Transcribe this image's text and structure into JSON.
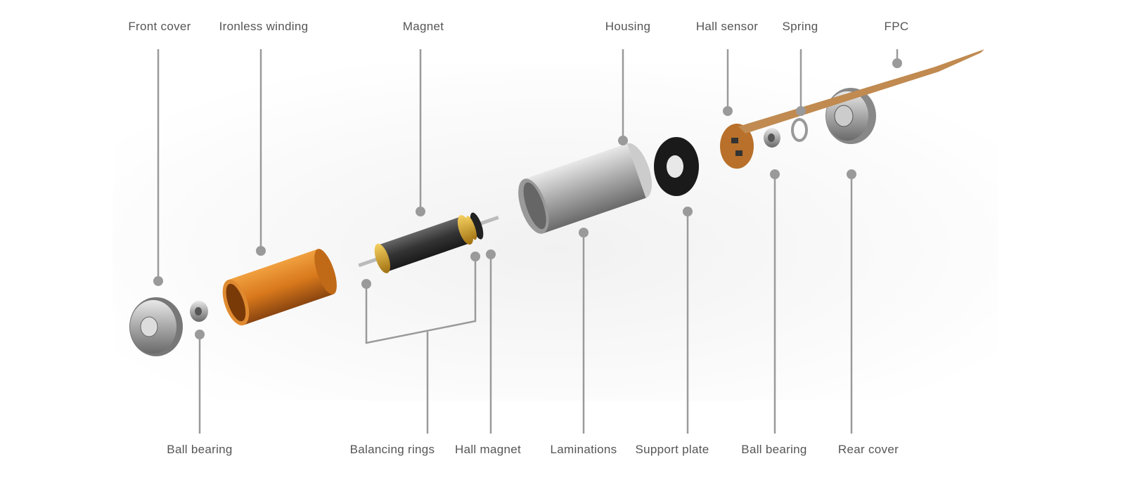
{
  "labels_top": {
    "front_cover": "Front cover",
    "ironless_winding": "Ironless winding",
    "magnet": "Magnet",
    "housing": "Housing",
    "hall_sensor": "Hall sensor",
    "spring": "Spring",
    "fpc": "FPC"
  },
  "labels_bottom": {
    "ball_bearing_front": "Ball bearing",
    "balancing_rings": "Balancing rings",
    "hall_magnet": "Hall magnet",
    "laminations": "Laminations",
    "support_plate": "Support plate",
    "ball_bearing_rear": "Ball bearing",
    "rear_cover": "Rear cover"
  },
  "colors": {
    "leader": "#9a9a9a",
    "copper": "#d9791c",
    "steel": "#b8b8b8",
    "black": "#222222",
    "label": "#555555"
  }
}
